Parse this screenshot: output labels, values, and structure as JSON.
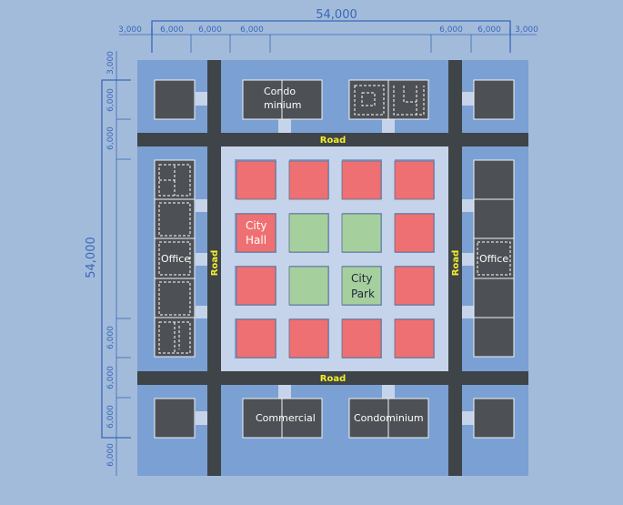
{
  "colors": {
    "background": "#a3bbdb",
    "site": "#7ba0d3",
    "road": "#3f4448",
    "building": "#4d5054",
    "block_red": "#ef7072",
    "block_green": "#a6cf9e",
    "path": "#c5d4ea",
    "dimension": "#3868b8",
    "road_label": "#f2ee2a"
  },
  "dimensions": {
    "total_width": "54,000",
    "total_height": "54,000",
    "top_segments": [
      "3,000",
      "6,000",
      "6,000",
      "6,000",
      "6,000",
      "6,000",
      "3,000"
    ],
    "left_segments": [
      "3,000",
      "6,000",
      "6,000",
      "6,000",
      "6,000",
      "6,000",
      "6,000"
    ]
  },
  "roads": {
    "top": "Road",
    "bottom": "Road",
    "left": "Road",
    "right": "Road"
  },
  "buildings": {
    "top_center": [
      "Condo",
      "minium"
    ],
    "left_office": "Office",
    "right_office": "Office",
    "bottom_left": "Commercial",
    "bottom_right": "Condominium",
    "city_hall": [
      "City",
      "Hall"
    ],
    "city_park": [
      "City",
      "Park"
    ]
  }
}
